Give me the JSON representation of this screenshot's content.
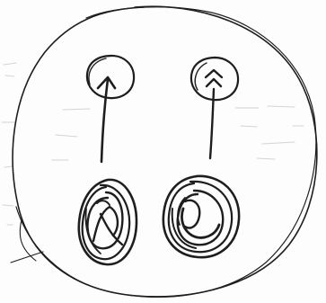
{
  "sketch": {
    "ink_color": "#1e1e1e",
    "paper_color": "#fdfdfd",
    "faint_color": "#cfcfcf",
    "elements": [
      {
        "name": "outer-circle",
        "kind": "hand-drawn ellipse"
      },
      {
        "name": "top-left-target-circle",
        "icon": "arrow-up-icon"
      },
      {
        "name": "top-right-target-circle",
        "icon": "double-chevron-up-icon"
      },
      {
        "name": "bottom-left-spiral",
        "kind": "scribbled spiral"
      },
      {
        "name": "bottom-right-spiral",
        "kind": "scribbled spiral"
      }
    ]
  }
}
